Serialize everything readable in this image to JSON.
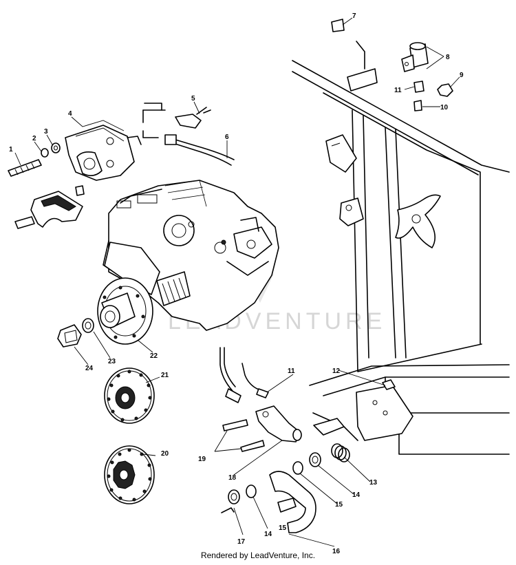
{
  "watermark": "LEADVENTURE",
  "footer": "Rendered by LeadVenture, Inc.",
  "callouts": [
    "1",
    "2",
    "3",
    "4",
    "5",
    "6",
    "7",
    "8",
    "9",
    "10",
    "11",
    "11",
    "12",
    "13",
    "14",
    "14",
    "15",
    "15",
    "16",
    "17",
    "18",
    "19",
    "20",
    "21",
    "22",
    "23",
    "24"
  ]
}
